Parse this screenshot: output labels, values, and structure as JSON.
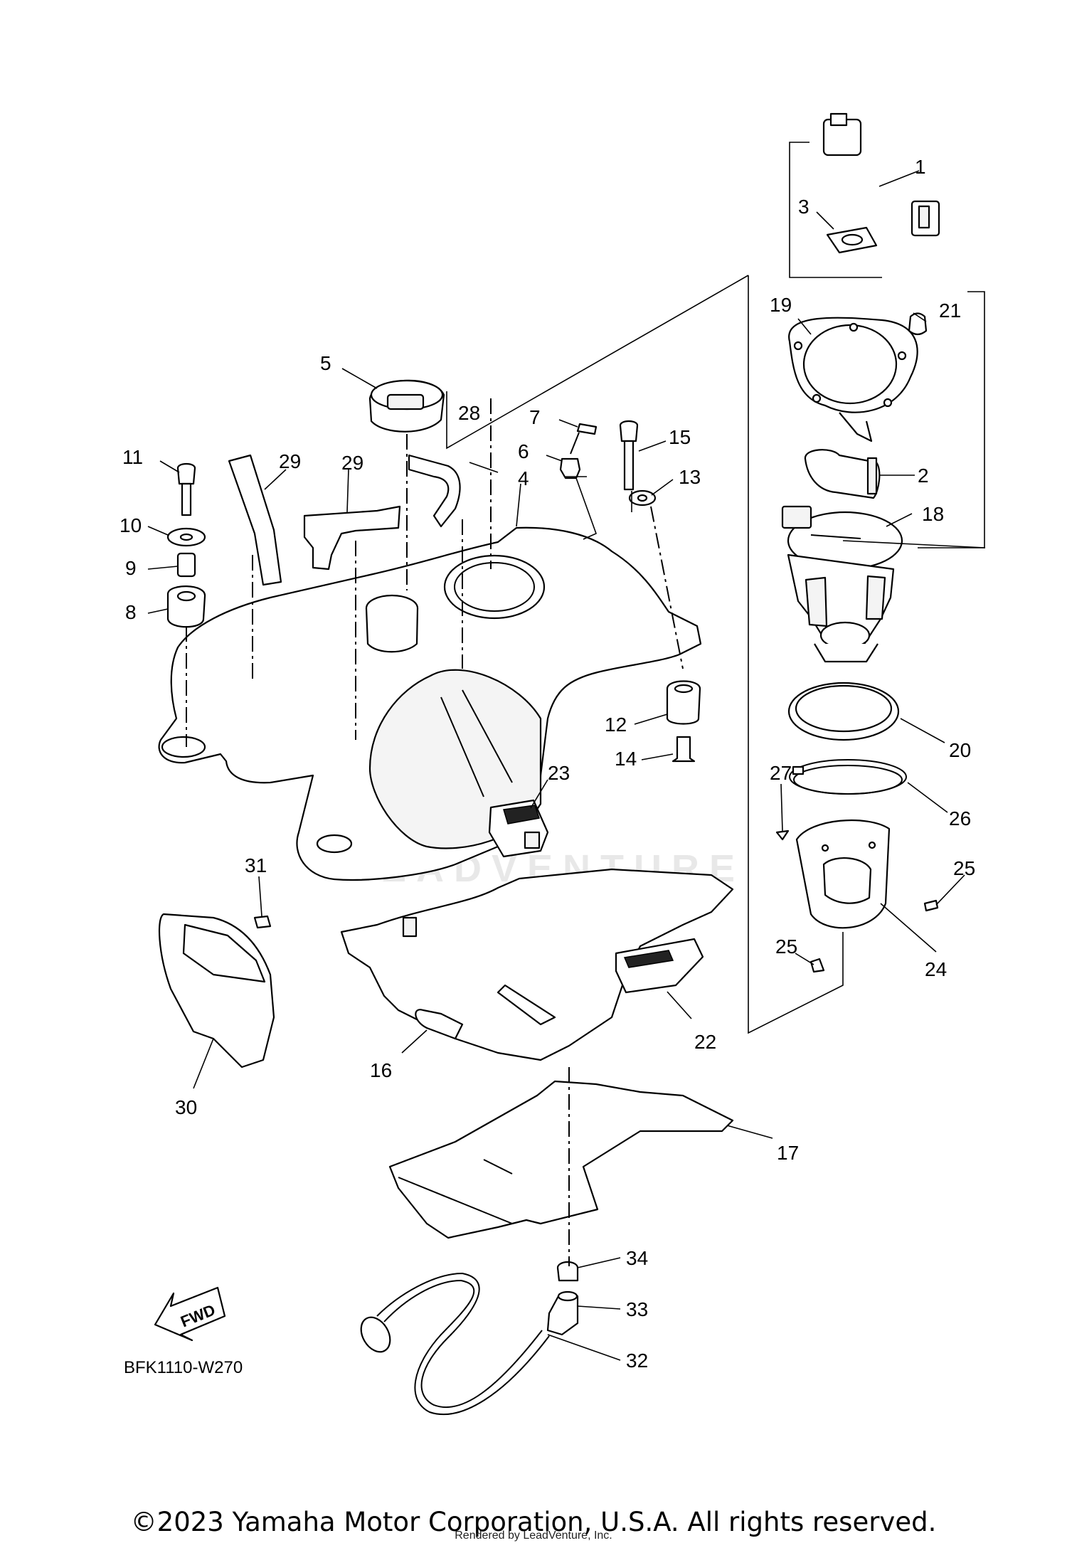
{
  "diagram": {
    "reference_code": "BFK1110-W270",
    "fwd_label": "FWD",
    "part_numbers": [
      "1",
      "2",
      "3",
      "4",
      "5",
      "6",
      "7",
      "8",
      "9",
      "10",
      "11",
      "12",
      "13",
      "14",
      "15",
      "16",
      "17",
      "18",
      "19",
      "20",
      "21",
      "22",
      "23",
      "24",
      "25",
      "25",
      "26",
      "27",
      "28",
      "29",
      "29",
      "30",
      "31",
      "32",
      "33",
      "34"
    ]
  },
  "footer": {
    "copyright": "©2023 Yamaha Motor Corporation, U.S.A. All rights reserved.",
    "rendered_by": "Rendered by LeadVenture, Inc.",
    "watermark": "LEADVENTURE"
  }
}
